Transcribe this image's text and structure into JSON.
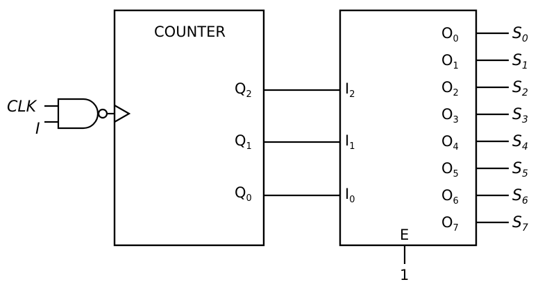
{
  "counter": {
    "title": "COUNTER",
    "outputs": [
      {
        "base": "Q",
        "sub": "2"
      },
      {
        "base": "Q",
        "sub": "1"
      },
      {
        "base": "Q",
        "sub": "0"
      }
    ]
  },
  "inputs_gate": {
    "clk_label": "CLK",
    "i_label": "I"
  },
  "decoder": {
    "inputs": [
      {
        "base": "I",
        "sub": "2"
      },
      {
        "base": "I",
        "sub": "1"
      },
      {
        "base": "I",
        "sub": "0"
      }
    ],
    "outputs": [
      {
        "base": "O",
        "sub": "0"
      },
      {
        "base": "O",
        "sub": "1"
      },
      {
        "base": "O",
        "sub": "2"
      },
      {
        "base": "O",
        "sub": "3"
      },
      {
        "base": "O",
        "sub": "4"
      },
      {
        "base": "O",
        "sub": "5"
      },
      {
        "base": "O",
        "sub": "6"
      },
      {
        "base": "O",
        "sub": "7"
      }
    ],
    "enable_label": "E",
    "enable_value": "1"
  },
  "signals": [
    {
      "base": "S",
      "sub": "0"
    },
    {
      "base": "S",
      "sub": "1"
    },
    {
      "base": "S",
      "sub": "2"
    },
    {
      "base": "S",
      "sub": "3"
    },
    {
      "base": "S",
      "sub": "4"
    },
    {
      "base": "S",
      "sub": "5"
    },
    {
      "base": "S",
      "sub": "6"
    },
    {
      "base": "S",
      "sub": "7"
    }
  ]
}
